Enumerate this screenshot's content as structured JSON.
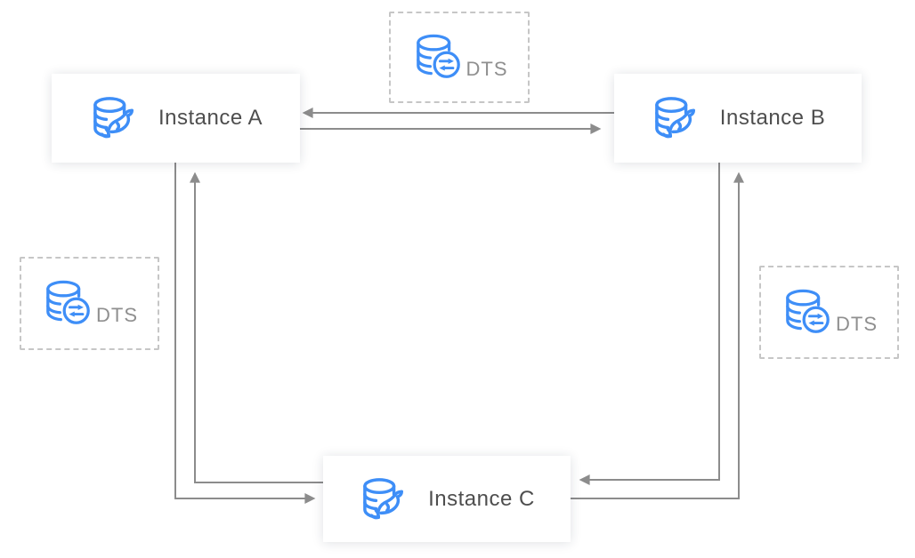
{
  "diagram": {
    "type": "topology",
    "colors": {
      "icon_blue": "#3E8EF7",
      "arrow_gray": "#8C8C8C",
      "dashed_border_gray": "#C6C6C6",
      "instance_label_gray": "#4E4E4E",
      "dts_label_gray": "#8F8F8F",
      "node_background": "#FFFFFF"
    },
    "instances": [
      {
        "id": "instance-a",
        "label": "Instance A",
        "icon": "mysql-database-icon"
      },
      {
        "id": "instance-b",
        "label": "Instance B",
        "icon": "mysql-database-icon"
      },
      {
        "id": "instance-c",
        "label": "Instance C",
        "icon": "mysql-database-icon"
      }
    ],
    "dts_services": [
      {
        "id": "dts-top",
        "label": "DTS",
        "icon": "dts-sync-database-icon",
        "between": [
          "Instance A",
          "Instance B"
        ]
      },
      {
        "id": "dts-left",
        "label": "DTS",
        "icon": "dts-sync-database-icon",
        "between": [
          "Instance A",
          "Instance C"
        ]
      },
      {
        "id": "dts-right",
        "label": "DTS",
        "icon": "dts-sync-database-icon",
        "between": [
          "Instance B",
          "Instance C"
        ]
      }
    ],
    "connections": [
      {
        "from": "instance-b",
        "to": "instance-a",
        "style": "solid-arrow"
      },
      {
        "from": "instance-a",
        "to": "instance-b",
        "style": "solid-arrow"
      },
      {
        "from": "instance-a",
        "to": "instance-c",
        "style": "solid-arrow"
      },
      {
        "from": "instance-c",
        "to": "instance-a",
        "style": "solid-arrow"
      },
      {
        "from": "instance-b",
        "to": "instance-c",
        "style": "solid-arrow"
      },
      {
        "from": "instance-c",
        "to": "instance-b",
        "style": "solid-arrow"
      }
    ]
  }
}
